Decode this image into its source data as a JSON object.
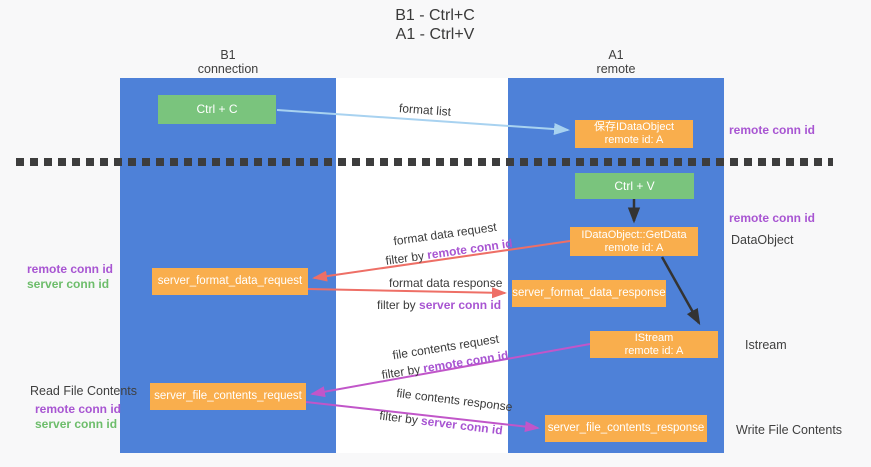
{
  "title": {
    "line1": "B1 - Ctrl+C",
    "line2": "A1 - Ctrl+V"
  },
  "columns": {
    "b1": {
      "name": "B1",
      "subtitle": "connection"
    },
    "a1": {
      "name": "A1",
      "subtitle": "remote"
    }
  },
  "boxes": {
    "ctrl_c": "Ctrl + C",
    "ctrl_v": "Ctrl + V",
    "save_idataobject": {
      "line1": "保存IDataObject",
      "line2": "remote id: A"
    },
    "getdata": {
      "line1": "IDataObject::GetData",
      "line2": "remote id: A"
    },
    "istream": {
      "line1": "IStream",
      "line2": "remote id: A"
    },
    "server_format_data_request": "server_format_data_request",
    "server_format_data_response": "server_format_data_response",
    "server_file_contents_request": "server_file_contents_request",
    "server_file_contents_response": "server_file_contents_response"
  },
  "side_labels": {
    "remote_conn_id_top": "remote conn id",
    "remote_conn_id_mid": "remote conn id",
    "dataobject": "DataObject",
    "istream": "Istream",
    "write_file_contents": "Write File Contents",
    "read_file_contents": "Read File Contents",
    "left_ids_format": {
      "remote": "remote conn id",
      "server": "server conn id"
    },
    "left_ids_file": {
      "remote": "remote conn id",
      "server": "server conn id"
    }
  },
  "flow_labels": {
    "format_list": "format list",
    "format_request": "format data request",
    "format_request_filter": {
      "prefix": "filter by ",
      "highlight": "remote conn id"
    },
    "format_response": "format data response",
    "format_response_filter": {
      "prefix": "filter by ",
      "highlight": "server conn id"
    },
    "file_request": "file contents request",
    "file_request_filter": {
      "prefix": "filter by ",
      "highlight": "remote conn id"
    },
    "file_response": "file contents response",
    "file_response_filter": {
      "prefix": "filter by ",
      "highlight": "server conn id"
    }
  },
  "colors": {
    "column_blue": "#4e81d8",
    "box_green": "#7ac47d",
    "box_orange": "#f9ae4d",
    "purple_text": "#a855d2",
    "green_text": "#6dbd6b",
    "arrow_red": "#ee6f66",
    "arrow_pink": "#c156c9",
    "arrow_light_blue": "#a8d2f0",
    "arrow_black": "#333333",
    "separator_dark": "#3d3d3d"
  }
}
